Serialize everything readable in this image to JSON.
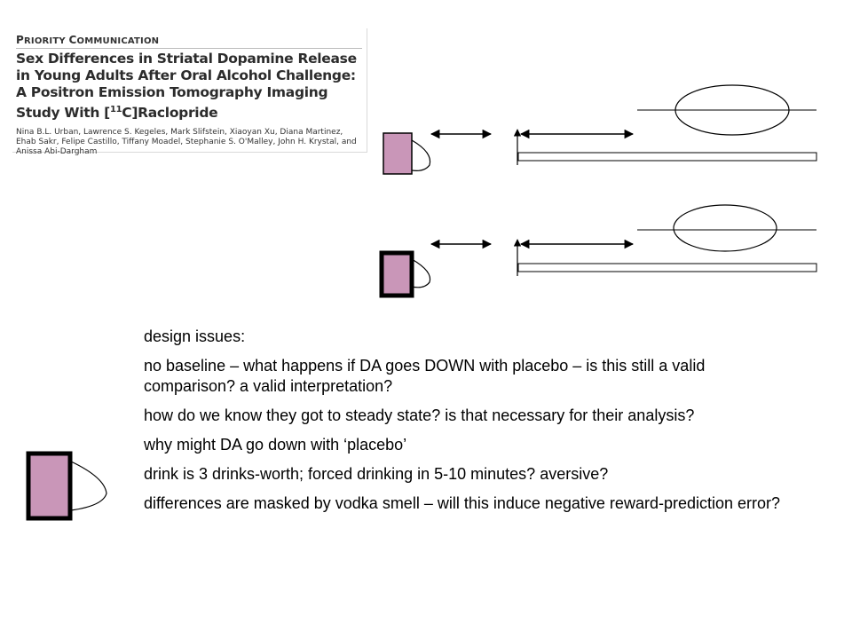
{
  "paper": {
    "kicker_first": "P",
    "kicker_rest1": "RIORITY ",
    "kicker_c": "C",
    "kicker_rest2": "OMMUNICATION",
    "title_main": "Sex Differences in Striatal Dopamine Release in Young Adults After Oral Alcohol Challenge: A Positron Emission Tomography Imaging Study With [",
    "title_sup": "11",
    "title_end": "C]Raclopride",
    "authors": "Nina B.L. Urban, Lawrence S. Kegeles, Mark Slifstein, Xiaoyan Xu, Diana Martinez, Ehab Sakr, Felipe Castillo, Tiffany Moadel, Stephanie S. O'Malley, John H. Krystal, and Anissa Abi-Dargham"
  },
  "notes": {
    "heading": "design issues:",
    "items": [
      "no baseline – what happens if DA goes DOWN with placebo – is this still a valid comparison?  a valid interpretation?",
      "how do we know they got to steady state?  is that necessary for their analysis?",
      "why might DA go down with ‘placebo’",
      "drink is 3 drinks-worth; forced drinking in 5-10 minutes? aversive?",
      "differences are masked by vodka smell – will this induce negative reward-prediction error?"
    ]
  },
  "colors": {
    "cup_fill": "#c996b8"
  }
}
